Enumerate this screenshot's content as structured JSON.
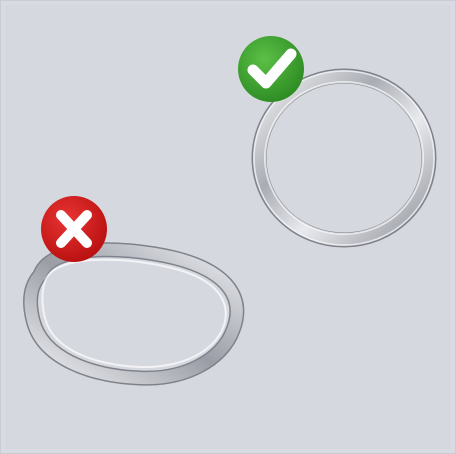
{
  "scene": {
    "background_color": "#d6d8e0",
    "correct_item": {
      "shape": "round ring",
      "status": "correct",
      "icon": "check-icon",
      "badge_color": "#3a9a2e"
    },
    "incorrect_item": {
      "shape": "deformed oval ring",
      "status": "incorrect",
      "icon": "cross-icon",
      "badge_color": "#d01a1a"
    }
  }
}
